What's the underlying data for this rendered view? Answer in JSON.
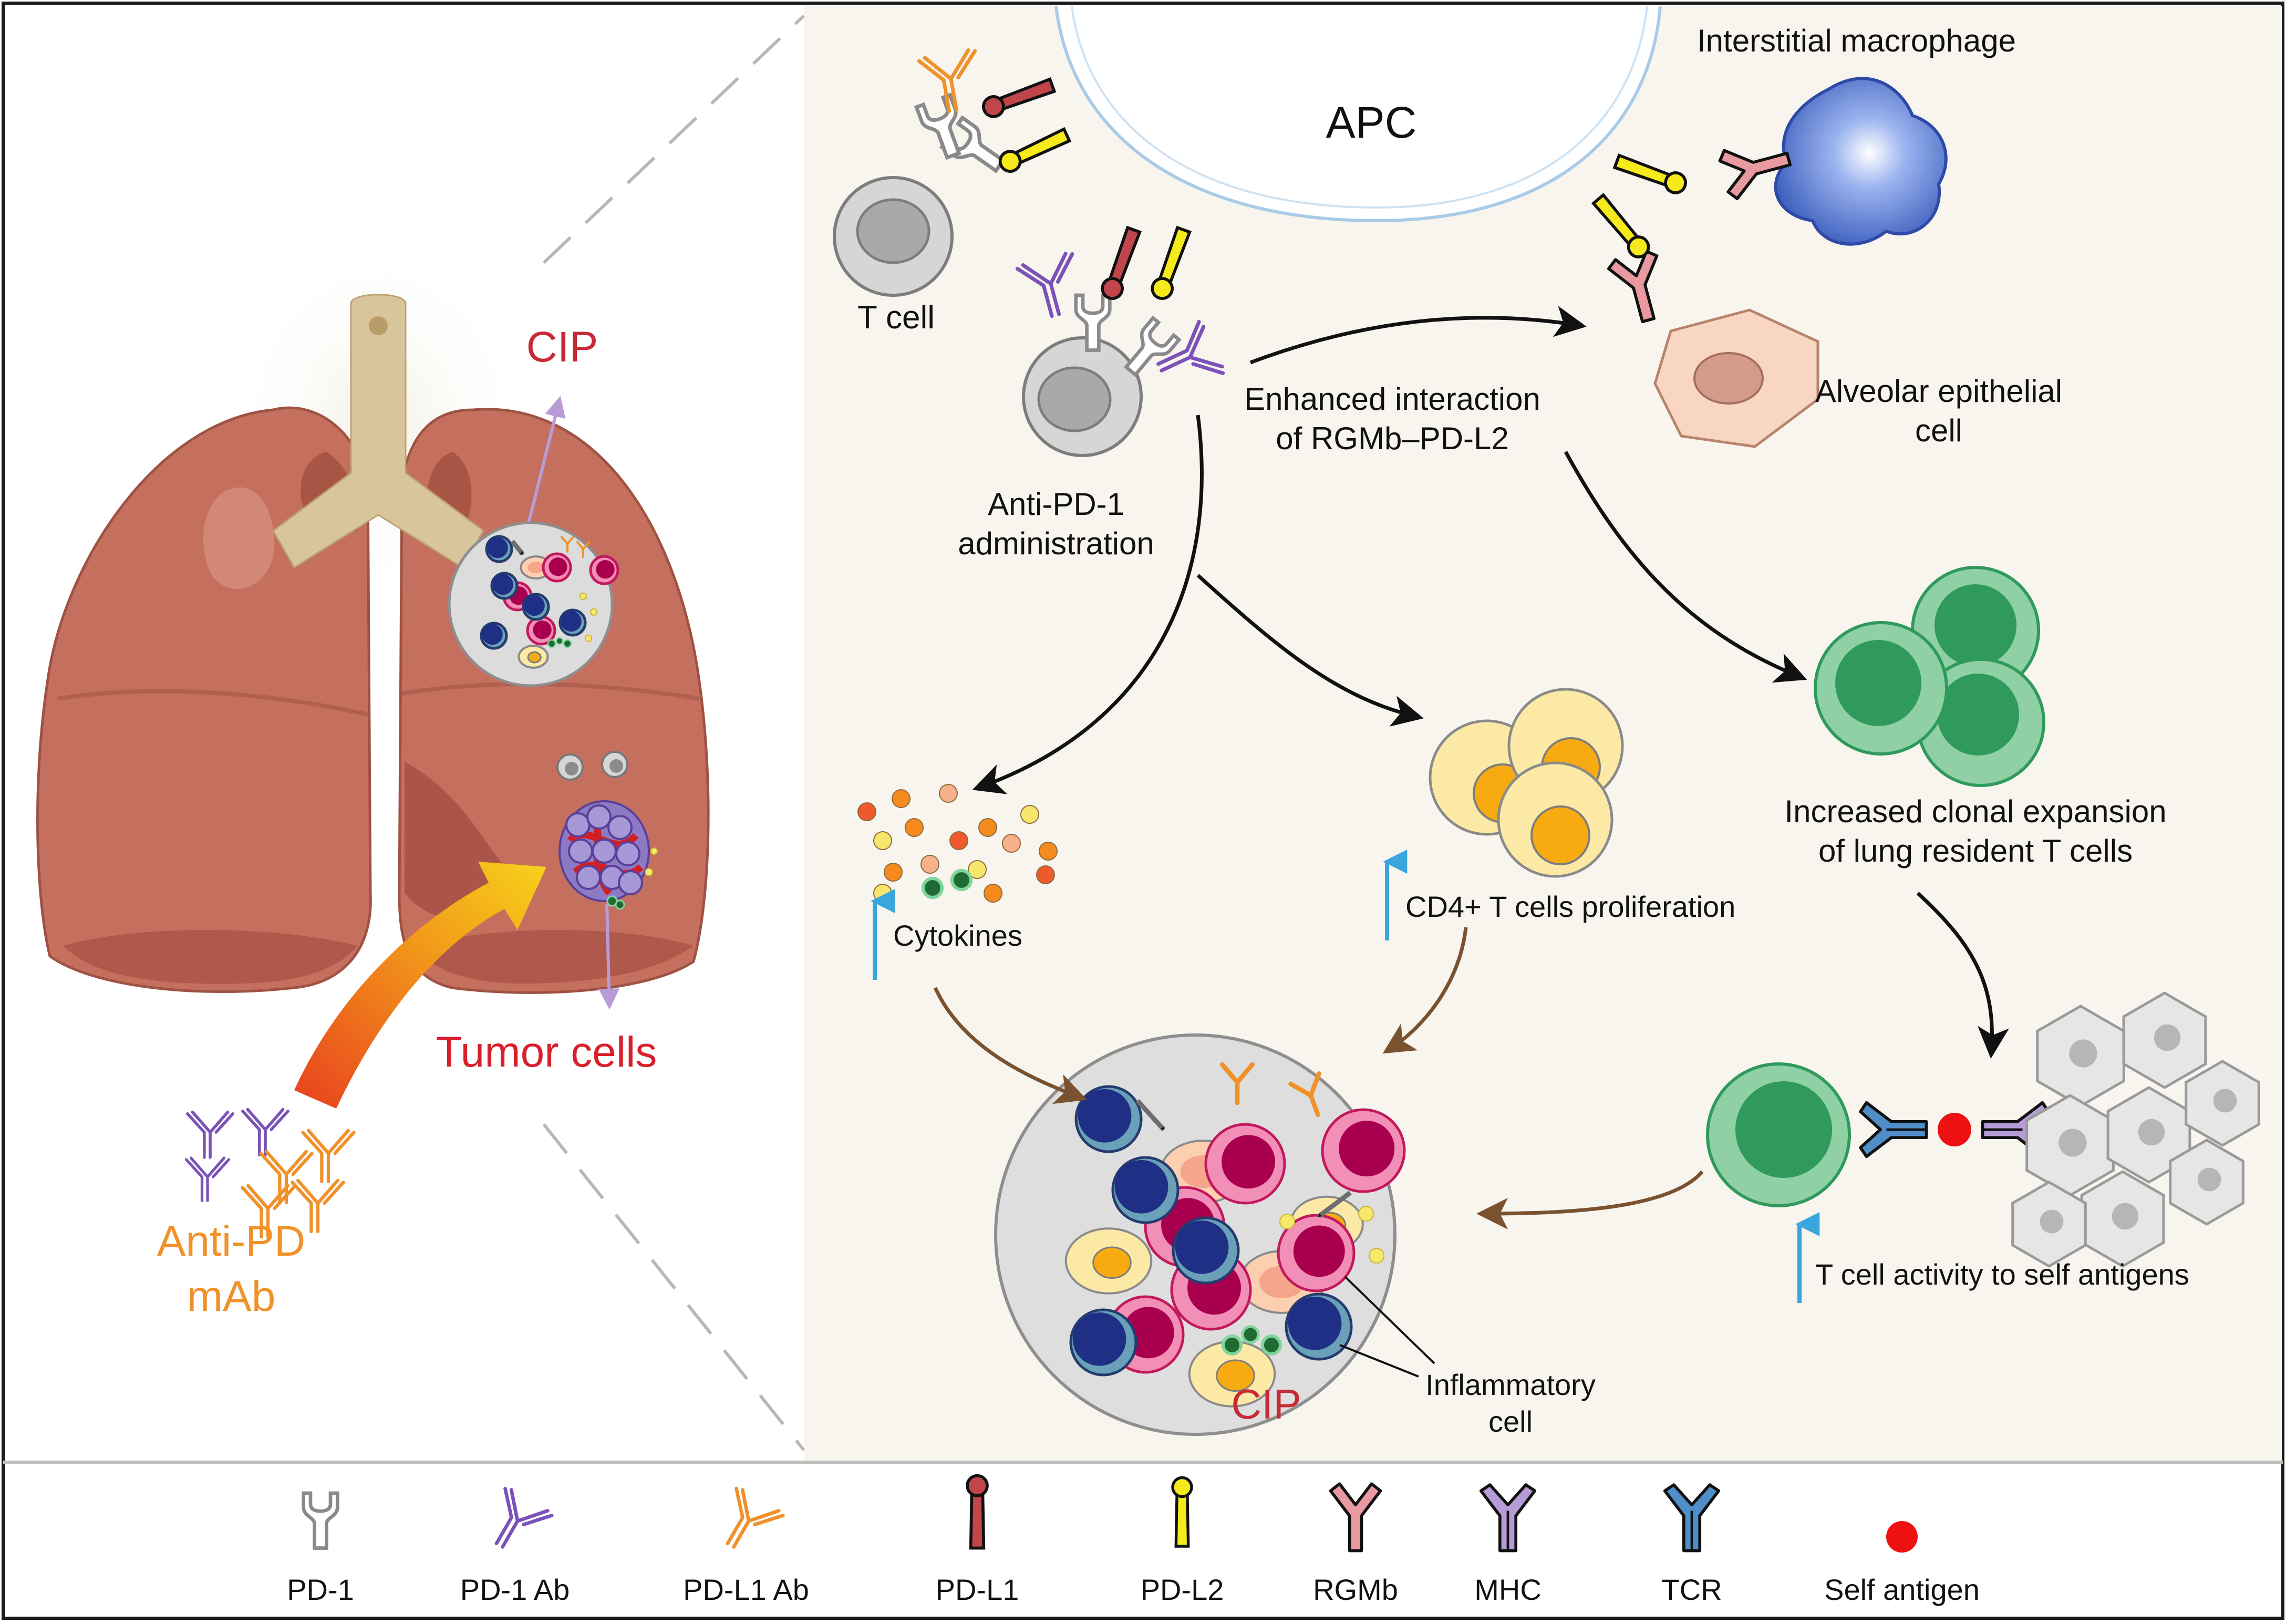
{
  "labels": {
    "apc": "APC",
    "interstitial_macrophage": "Interstitial macrophage",
    "t_cell": "T cell",
    "alveolar_epithelial_line1": "Alveolar epithelial",
    "alveolar_epithelial_line2": "cell",
    "enhanced_line1": "Enhanced interaction",
    "enhanced_line2": "of RGMb–PD-L2",
    "anti_pd1_line1": "Anti-PD-1",
    "anti_pd1_line2": "administration",
    "cip_lung": "CIP",
    "tumor_cells": "Tumor cells",
    "anti_pd_line1": "Anti-PD",
    "anti_pd_line2": "mAb",
    "increased_line1": "Increased clonal expansion",
    "increased_line2": "of  lung resident T cells",
    "cytokines": "Cytokines",
    "cd4": "CD4+ T cells proliferation",
    "t_cell_activity": "T cell activity to self antigens",
    "inflammatory_line1": "Inflammatory",
    "inflammatory_line2": "cell",
    "cip_center": "CIP"
  },
  "legend": [
    {
      "label": "PD-1",
      "icon": "pd1-receptor-icon",
      "color": "#8a8a8a"
    },
    {
      "label": "PD-1 Ab",
      "icon": "pd1-antibody-icon",
      "color": "#7a52b8"
    },
    {
      "label": "PD-L1 Ab",
      "icon": "pdl1-antibody-icon",
      "color": "#f0912a"
    },
    {
      "label": "PD-L1",
      "icon": "pdl1-ligand-icon",
      "color": "#c0464c"
    },
    {
      "label": "PD-L2",
      "icon": "pdl2-ligand-icon",
      "color": "#f6ea1c"
    },
    {
      "label": "RGMb",
      "icon": "rgmb-icon",
      "color": "#e89aa0"
    },
    {
      "label": "MHC",
      "icon": "mhc-icon",
      "color": "#b69bd6"
    },
    {
      "label": "TCR",
      "icon": "tcr-icon",
      "color": "#4f8ec9"
    },
    {
      "label": "Self  antigen",
      "icon": "self-antigen-icon",
      "color": "#ee1111"
    }
  ],
  "colors": {
    "lung": "#c5705f",
    "trachea": "#d8c59b",
    "panel_bg": "#f8f5ef",
    "arrow_black": "#111111",
    "arrow_brown": "#7a5230",
    "arrow_up": "#3aa6dd",
    "cip_red": "#c62a36",
    "anti_pd_orange": "#f0912a",
    "green_cell": "#2f9a5b",
    "cd4_yellow": "#fce9a6"
  }
}
